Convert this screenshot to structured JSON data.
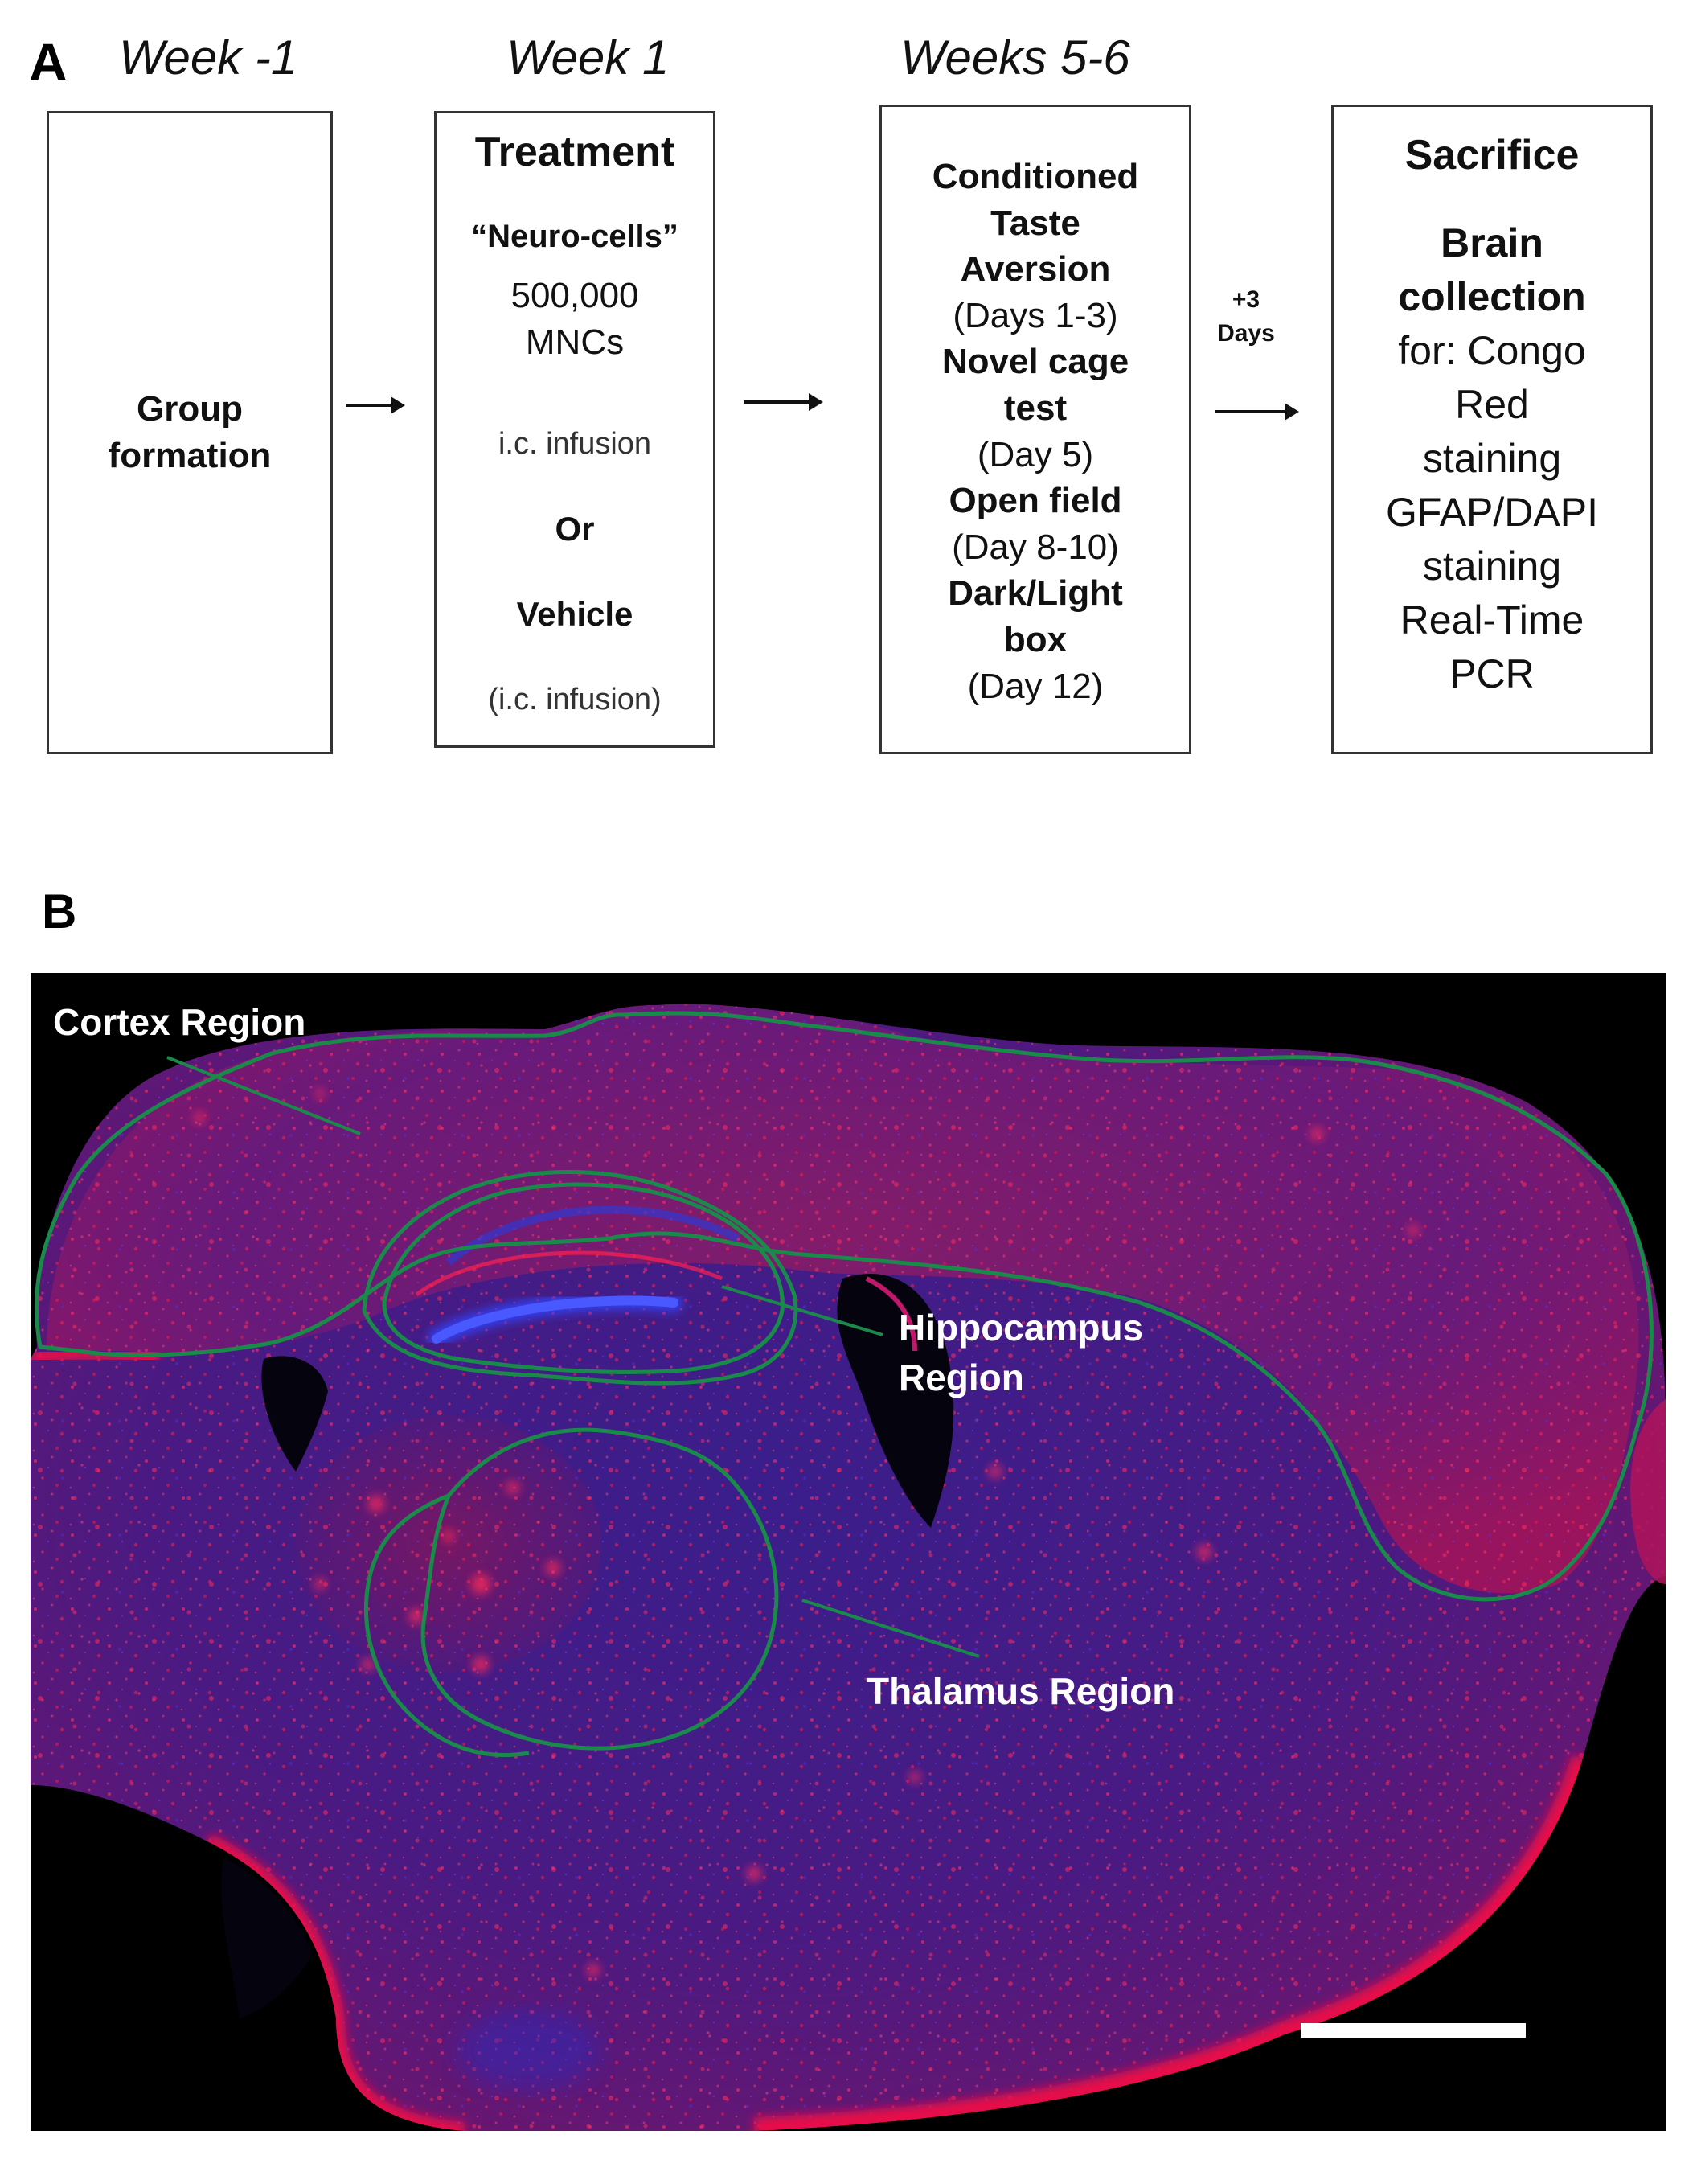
{
  "panel_a": {
    "letter": "A",
    "weeks": [
      "Week -1",
      "Week 1",
      "Weeks 5-6"
    ],
    "boxes": [
      {
        "lines": [
          "Group",
          "formation"
        ]
      },
      {
        "lines": [
          "Treatment",
          "“Neuro-cells”",
          "500,000",
          "MNCs",
          "i.c. infusion",
          "Or",
          "Vehicle",
          "(i.c. infusion)"
        ]
      },
      {
        "lines": [
          "Conditioned",
          "Taste",
          "Aversion",
          "(Days 1-3)",
          "Novel cage",
          "test",
          "(Day 5)",
          "Open field",
          "(Day 8-10)",
          "Dark/Light",
          "box",
          "(Day 12)"
        ]
      },
      {
        "lines": [
          "Sacrifice",
          "Brain",
          "collection",
          "for: Congo",
          "Red",
          "staining",
          "GFAP/DAPI",
          "staining",
          "Real-Time",
          "PCR"
        ]
      }
    ],
    "arrow_label": [
      "+3",
      "Days"
    ]
  },
  "panel_b": {
    "letter": "B",
    "regions": {
      "cortex": "Cortex Region",
      "hippocampus": [
        "Hippocampus",
        "Region"
      ],
      "thalamus": "Thalamus Region"
    },
    "colors": {
      "outline": "#1a8a4a",
      "stain_red": "#d8103a",
      "stain_blue": "#2a22a8",
      "background": "#000000"
    }
  }
}
